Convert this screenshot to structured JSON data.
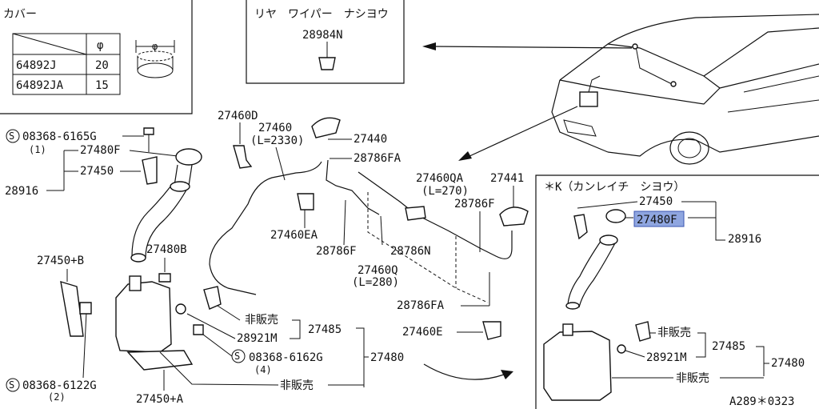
{
  "cover_table": {
    "title": "カバー",
    "header_symbol": "φ",
    "rows": [
      {
        "part": "64892J",
        "value": "20"
      },
      {
        "part": "64892JA",
        "value": "15"
      }
    ],
    "cap_symbol": "φ"
  },
  "rear_wiper_box": {
    "title": "リヤ　ワイパー　ナシヨウ",
    "part": "28984N"
  },
  "labels": {
    "bolt_a": "08368-6165G",
    "bolt_a_qty": "(1)",
    "p27480F": "27480F",
    "p27450": "27450",
    "p28916": "28916",
    "p27460D": "27460D",
    "p27460": "27460",
    "p27460_len": "(L=2330)",
    "p27440": "27440",
    "p28786FA_top": "28786FA",
    "p27460QA": "27460QA",
    "p27460QA_len": "(L=270)",
    "p27441": "27441",
    "p28786F_right": "28786F",
    "p27460EA": "27460EA",
    "p28786F": "28786F",
    "p28786N": "28786N",
    "p27460Q": "27460Q",
    "p27460Q_len": "(L=280)",
    "p27480B": "27480B",
    "p27450B": "27450+B",
    "hibaibai": "非販売",
    "p28921M": "28921M",
    "p27485": "27485",
    "bolt_b": "08368-6162G",
    "bolt_b_qty": "(4)",
    "p27480": "27480",
    "p28786FA_bottom": "28786FA",
    "p27460E": "27460E",
    "bolt_c": "08368-6122G",
    "bolt_c_qty": "(2)",
    "p27450A": "27450+A",
    "hibaibai_bottom": "非販売"
  },
  "inset": {
    "title": "＊K（カンレイチ　シヨウ）",
    "p27450": "27450",
    "p27480F": "27480F",
    "p28916": "28916",
    "hibaibai": "非販売",
    "p28921M": "28921M",
    "p27485": "27485",
    "p27480": "27480",
    "hibaibai_bottom": "非販売"
  },
  "drawing_code": "A289＊0323",
  "colors": {
    "highlight": "#8fa6e0",
    "ink": "#111111"
  }
}
